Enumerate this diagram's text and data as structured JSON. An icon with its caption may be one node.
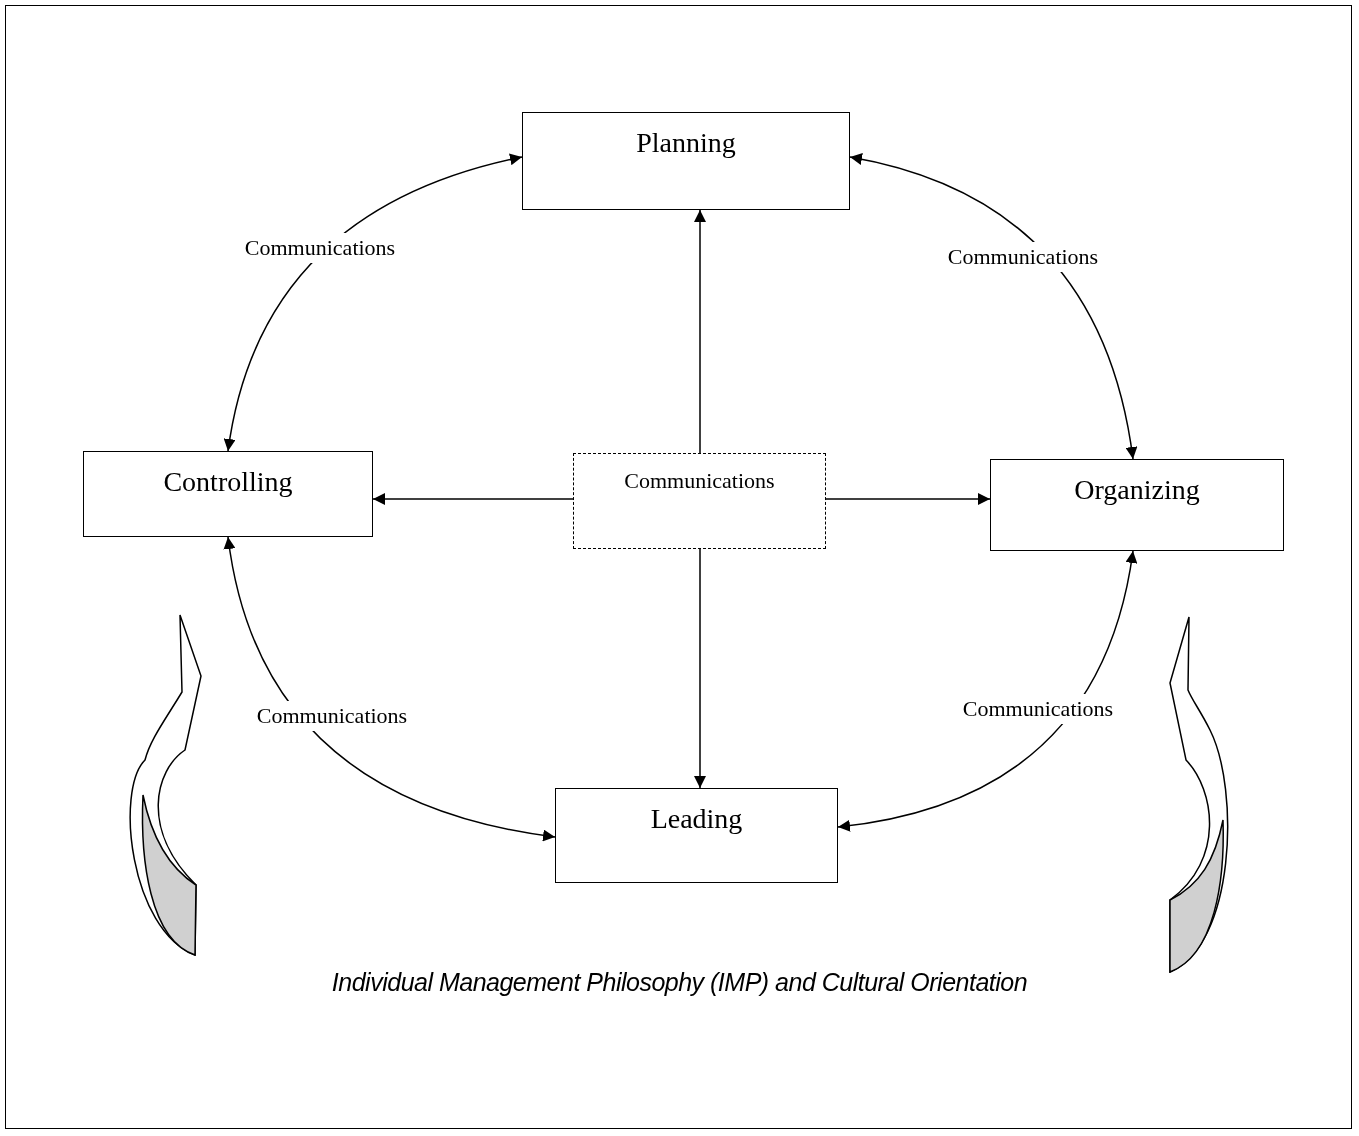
{
  "diagram": {
    "caption": "Individual Management Philosophy (IMP) and Cultural Orientation",
    "nodes": [
      {
        "text": [
          "Planning"
        ]
      },
      {
        "text": [
          "Controlling"
        ]
      },
      {
        "text": [
          "Communications"
        ]
      },
      {
        "text": [
          "Organizing"
        ]
      },
      {
        "text": [
          "Leading"
        ]
      }
    ],
    "edges": [
      {
        "from": 1,
        "to": 0,
        "arrow": "both",
        "label": "Communications"
      },
      {
        "from": 0,
        "to": 3,
        "arrow": "both",
        "label": "Communications"
      },
      {
        "from": 1,
        "to": 4,
        "arrow": "both",
        "label": "Communications"
      },
      {
        "from": 3,
        "to": 4,
        "arrow": "both",
        "label": "Communications"
      },
      {
        "from": 2,
        "to": 0,
        "arrow": "to"
      },
      {
        "from": 2,
        "to": 1,
        "arrow": "to"
      },
      {
        "from": 2,
        "to": 3,
        "arrow": "to"
      },
      {
        "from": 2,
        "to": 4,
        "arrow": "to"
      }
    ]
  }
}
